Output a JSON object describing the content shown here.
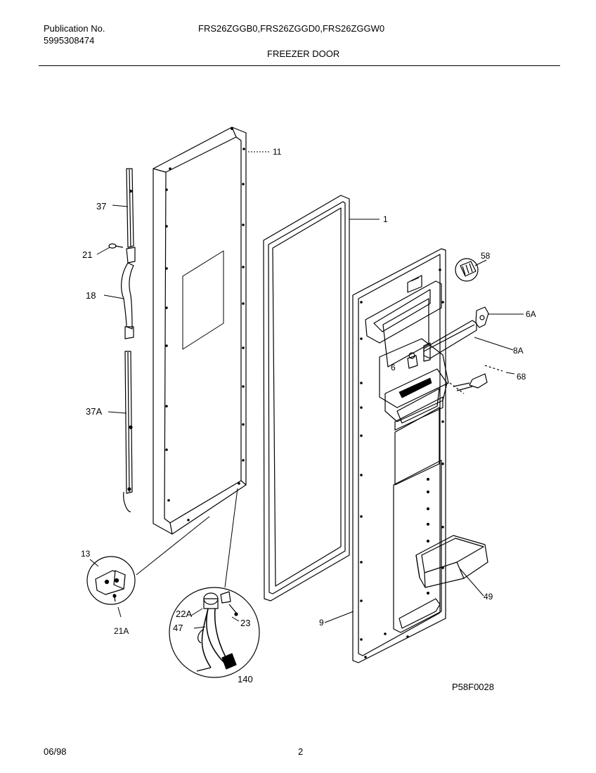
{
  "header": {
    "publication_label": "Publication No.",
    "publication_number": "5995308474",
    "models": "FRS26ZGGB0,FRS26ZGGD0,FRS26ZGGW0",
    "section_title": "FREEZER DOOR"
  },
  "diagram": {
    "drawing_code": "P58F0028",
    "callouts": [
      "11",
      "1",
      "37",
      "21",
      "18",
      "37A",
      "58",
      "6A",
      "8A",
      "6",
      "68",
      "49",
      "9",
      "13",
      "21A",
      "22A",
      "47",
      "23",
      "140"
    ]
  },
  "footer": {
    "date": "06/98",
    "page": "2"
  }
}
